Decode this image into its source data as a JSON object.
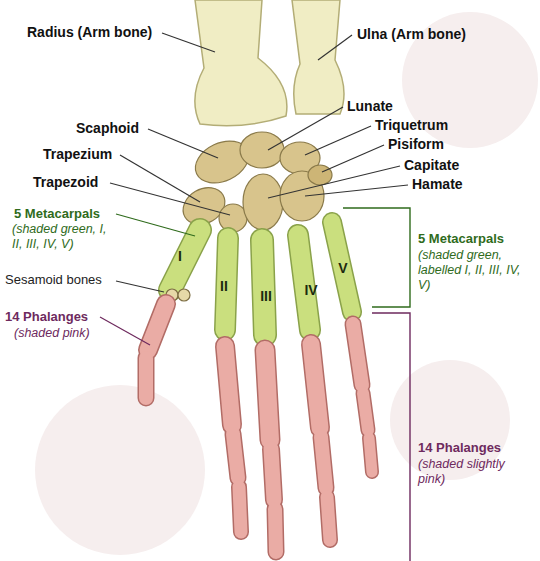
{
  "diagram": {
    "labels": [
      "Radius (Arm bone)",
      "Ulna (Arm bone)",
      "Lunate",
      "Triquetrum",
      "Scaphoid",
      "Pisiform",
      "Trapezium",
      "Capitate",
      "Trapezoid",
      "Hamate",
      "5 Metacarpals",
      "(shaded green, I, II, III, IV, V)",
      "5 Metacarpals",
      "(shaded green, labelled I, II, III, IV, V)",
      "I",
      "Sesamoid bones",
      "II",
      "III",
      "IV",
      "V",
      "14 Phalanges",
      "(shaded pink)",
      "14 Phalanges",
      "(shaded slightly pink)"
    ]
  }
}
